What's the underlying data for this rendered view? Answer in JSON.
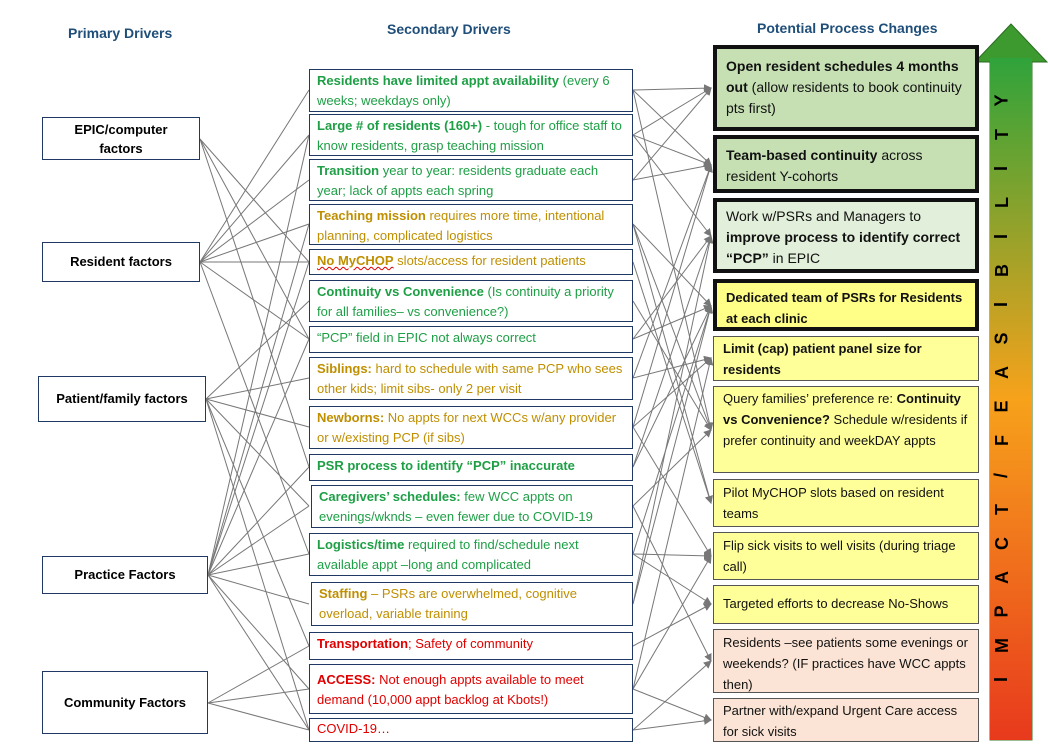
{
  "headers": {
    "primary": "Primary Drivers",
    "secondary": "Secondary Drivers",
    "changes": "Potential Process Changes"
  },
  "primary": [
    {
      "l1": "EPIC/computer",
      "l2": "factors"
    },
    {
      "l1": "Resident factors",
      "l2": ""
    },
    {
      "l1": "Patient/family factors",
      "l2": ""
    },
    {
      "l1": "Practice Factors",
      "l2": ""
    },
    {
      "l1": "Community Factors",
      "l2": ""
    }
  ],
  "secondary": [
    {
      "b": "Residents have limited appt availability",
      "r": " (every 6 weeks; weekdays only)"
    },
    {
      "b": "Large # of residents (160+)",
      "r": " - tough for office staff to know residents, grasp teaching mission"
    },
    {
      "b": "Transition",
      "r": " year to year: residents graduate each year; lack of appts each spring"
    },
    {
      "b": "Teaching mission",
      "r": " requires more time, intentional planning, complicated logistics"
    },
    {
      "b": "No MyCHOP",
      "r": " slots/access for resident patients"
    },
    {
      "b": "Continuity vs Convenience",
      "r": " (Is continuity a priority for all families– vs convenience?)"
    },
    {
      "b": "",
      "r": "“PCP” field in EPIC not always correct"
    },
    {
      "b": "Siblings:",
      "r": "  hard to schedule with same PCP who sees other kids; limit sibs- only 2 per visit"
    },
    {
      "b": "Newborns:",
      "r": " No appts for next WCCs w/any provider or w/existing PCP (if sibs)"
    },
    {
      "b": "PSR process to identify “PCP” inaccurate",
      "r": ""
    },
    {
      "b": "Caregivers’ schedules:",
      "r": " few WCC appts on evenings/wknds – even fewer due to COVID-19"
    },
    {
      "b": "Logistics/time",
      "r": " required to find/schedule next available appt –long and complicated"
    },
    {
      "b": "Staffing",
      "r": " – PSRs are overwhelmed, cognitive overload, variable training"
    },
    {
      "b": "Transportation",
      "r": "; Safety of community"
    },
    {
      "b": "ACCESS:",
      "r": " Not enough appts available to meet demand (10,000 appt backlog at Kbots!)"
    },
    {
      "b": "",
      "r": "COVID-19…"
    }
  ],
  "changes": [
    {
      "b": "Open resident schedules 4 months out",
      "r": " (allow residents to book continuity pts first)"
    },
    {
      "b": "Team-based continuity",
      "r": " across resident Y-cohorts"
    },
    {
      "b0": "Work w/PSRs and Managers to ",
      "b": "improve process to identify correct “PCP”",
      "r": " in EPIC"
    },
    {
      "b": "Dedicated team of PSRs for Residents at each clinic",
      "r": ""
    },
    {
      "b": "Limit (cap) patient panel size for residents",
      "r": ""
    },
    {
      "b0": "Query families’ preference re: ",
      "b": "Continuity vs Convenience?",
      "r": "  Schedule w/residents if prefer continuity and weekDAY appts"
    },
    {
      "b0": "Pilot MyCHOP slots based on resident teams",
      "b": "",
      "r": ""
    },
    {
      "b0": "Flip sick visits to well visits (during triage call)",
      "b": "",
      "r": ""
    },
    {
      "b0": "Targeted efforts to decrease No-Shows",
      "b": "",
      "r": ""
    },
    {
      "b0": "Residents –see patients some evenings or weekends?  (IF practices have WCC appts then)",
      "b": "",
      "r": ""
    },
    {
      "b0": "Partner with/expand Urgent Care access for sick visits",
      "b": "",
      "r": ""
    }
  ],
  "arrow_label": "IMPACT/FEASIBILITY"
}
